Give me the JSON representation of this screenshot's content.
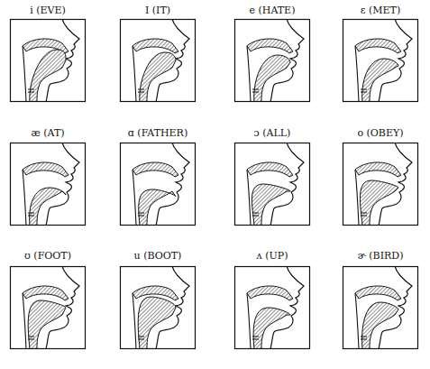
{
  "diagram": {
    "labels": [
      "i (EVE)",
      "I (IT)",
      "e (HATE)",
      "ɛ (MET)",
      "æ (AT)",
      "ɑ (FATHER)",
      "ɔ (ALL)",
      "o (OBEY)",
      "ʊ (FOOT)",
      "u (BOOT)",
      "ʌ (UP)",
      "ɚ (BIRD)"
    ]
  }
}
